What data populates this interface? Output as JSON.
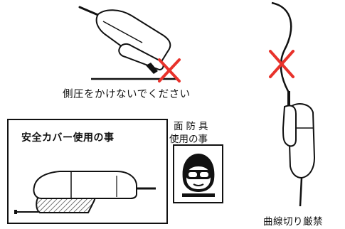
{
  "caption_side_pressure": "側圧をかけないでください",
  "safety_cover_title": "安全カバー使用の事",
  "face_shield_line1": "面防具",
  "face_shield_line2": "使用の事",
  "caption_no_curve": "曲線切り厳禁",
  "colors": {
    "ink": "#111111",
    "warning_x": "#e8322b",
    "hatch": "#555555"
  },
  "icons": [
    "tool-tilted-illustration",
    "red-x-mark",
    "tool-with-cover-illustration",
    "goggles-face-icon",
    "tool-hanging-illustration"
  ]
}
